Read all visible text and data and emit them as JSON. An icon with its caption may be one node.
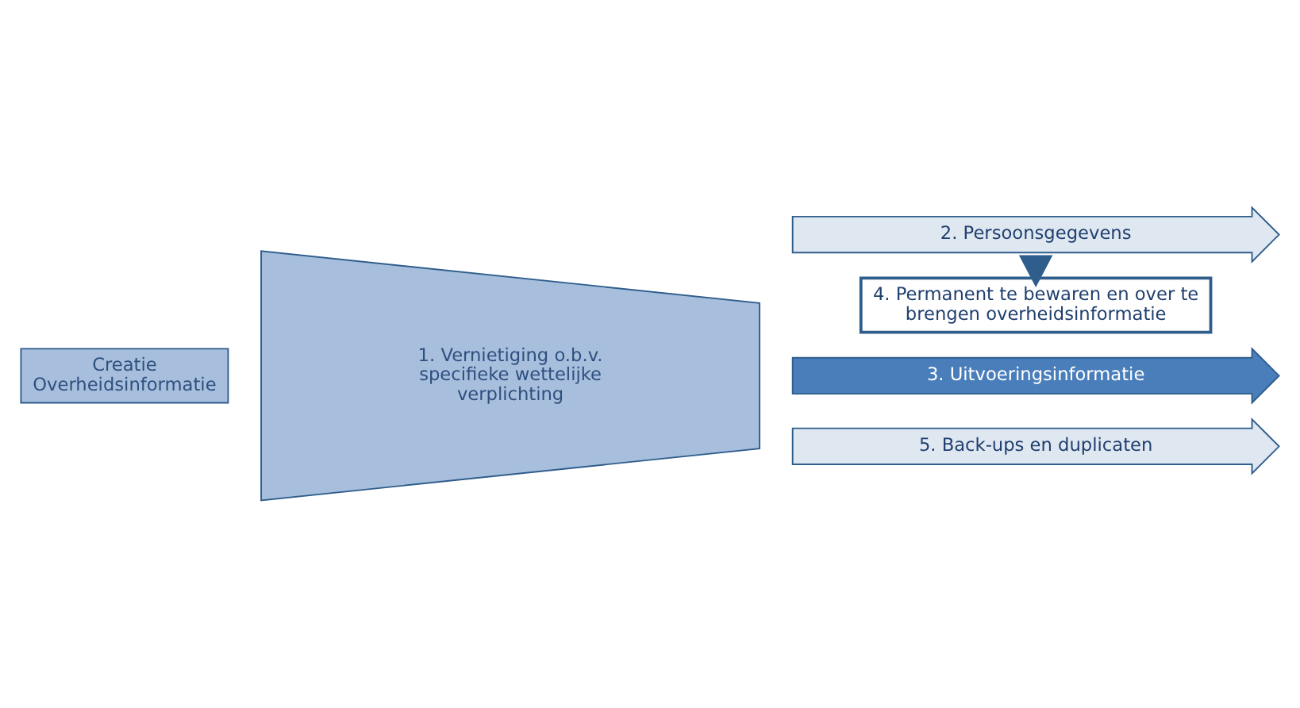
{
  "diagram": {
    "nodes": [
      {
        "text": [
          "Creatie Overheidsinformatie"
        ]
      },
      {
        "text": [
          "1. Vernietiging o.b.v. specifieke wettelijke verplichting"
        ]
      },
      {
        "text": [
          "2. Persoonsgegevens"
        ]
      },
      {
        "text": [
          "3. Uitvoeringsinformatie"
        ]
      },
      {
        "text": [
          "4. Permanent te bewaren en over te brengen overheidsinformatie"
        ]
      },
      {
        "text": [
          "5. Back-ups en duplicaten"
        ]
      }
    ],
    "edges": [
      {
        "from": 2,
        "to": 4,
        "arrow": "to",
        "style": "thick"
      }
    ]
  }
}
